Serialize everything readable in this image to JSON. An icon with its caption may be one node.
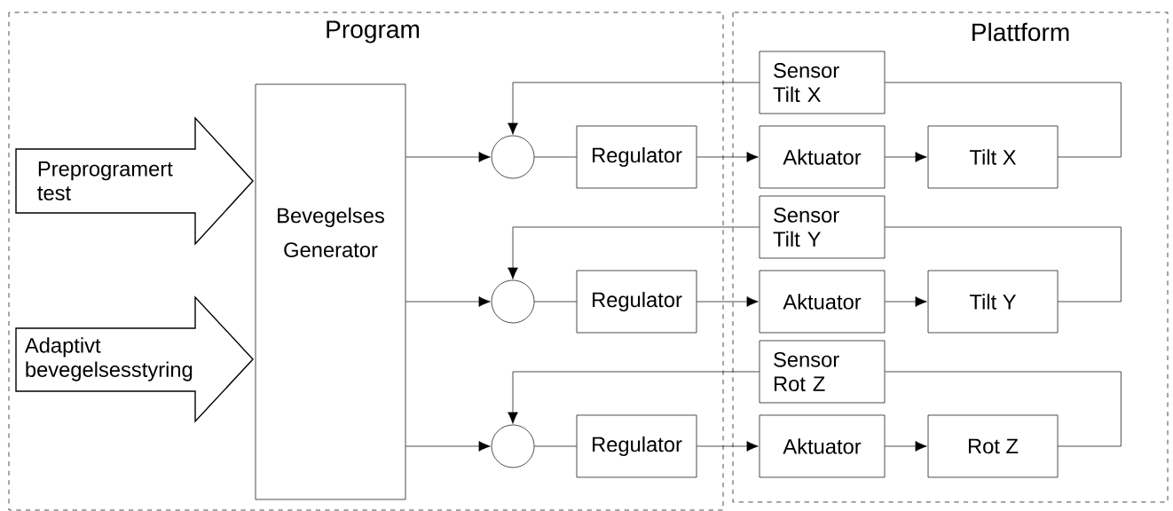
{
  "diagram": {
    "nodes": [
      {
        "text": [
          "Program"
        ]
      },
      {
        "text": [
          "Plattform"
        ]
      },
      {
        "text": [
          "Preprogramert test"
        ],
        "in": 0
      },
      {
        "text": [
          "Adaptivt bevegelsesstyring"
        ],
        "in": 0
      },
      {
        "text": [
          "Bevegelses Generator"
        ],
        "in": 0
      },
      {
        "text": [],
        "shape": "circle",
        "in": 0
      },
      {
        "text": [
          "Regulator"
        ],
        "in": 0
      },
      {
        "text": [
          "Sensor Tilt X"
        ],
        "in": 1
      },
      {
        "text": [
          "Aktuator"
        ],
        "in": 1
      },
      {
        "text": [
          "Tilt X"
        ],
        "in": 1
      },
      {
        "text": [],
        "shape": "circle",
        "in": 0
      },
      {
        "text": [
          "Regulator"
        ],
        "in": 0
      },
      {
        "text": [
          "Sensor Tilt Y"
        ],
        "in": 1
      },
      {
        "text": [
          "Aktuator"
        ],
        "in": 1
      },
      {
        "text": [
          "Tilt Y"
        ],
        "in": 1
      },
      {
        "text": [],
        "shape": "circle",
        "in": 0
      },
      {
        "text": [
          "Regulator"
        ],
        "in": 0
      },
      {
        "text": [
          "Sensor Rot Z"
        ],
        "in": 1
      },
      {
        "text": [
          "Aktuator"
        ],
        "in": 1
      },
      {
        "text": [
          "Rot Z"
        ],
        "in": 1
      }
    ],
    "edges": [
      {
        "from": 4,
        "to": 5,
        "arrow": "to"
      },
      {
        "from": 5,
        "to": 6,
        "arrow": "none"
      },
      {
        "from": 6,
        "to": 8,
        "arrow": "to"
      },
      {
        "from": 8,
        "to": 9,
        "arrow": "to"
      },
      {
        "from": 9,
        "to": 7,
        "arrow": "none"
      },
      {
        "from": 7,
        "to": 5,
        "arrow": "to"
      },
      {
        "from": 4,
        "to": 10,
        "arrow": "to"
      },
      {
        "from": 10,
        "to": 11,
        "arrow": "none"
      },
      {
        "from": 11,
        "to": 13,
        "arrow": "to"
      },
      {
        "from": 13,
        "to": 14,
        "arrow": "to"
      },
      {
        "from": 14,
        "to": 12,
        "arrow": "none"
      },
      {
        "from": 12,
        "to": 10,
        "arrow": "to"
      },
      {
        "from": 4,
        "to": 15,
        "arrow": "to"
      },
      {
        "from": 15,
        "to": 16,
        "arrow": "none"
      },
      {
        "from": 16,
        "to": 18,
        "arrow": "to"
      },
      {
        "from": 18,
        "to": 19,
        "arrow": "to"
      },
      {
        "from": 19,
        "to": 17,
        "arrow": "none"
      },
      {
        "from": 17,
        "to": 15,
        "arrow": "to"
      }
    ]
  }
}
